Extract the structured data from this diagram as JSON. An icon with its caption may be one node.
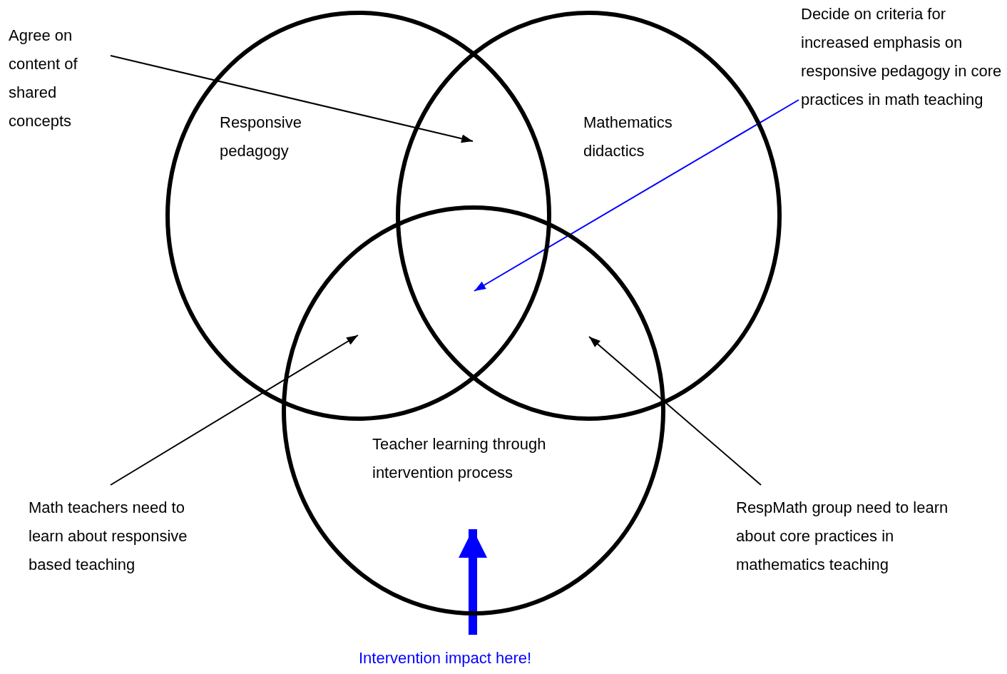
{
  "diagram": {
    "nodes": [
      {
        "text": [
          "Responsive pedagogy"
        ]
      },
      {
        "text": [
          "Mathematics didactics"
        ]
      },
      {
        "text": [
          "Teacher learning through intervention process"
        ]
      },
      {
        "text": [
          "Agree on content of shared concepts"
        ]
      },
      {
        "text": [
          "Decide on criteria for increased emphasis on responsive pedagogy in core practices in math teaching"
        ]
      },
      {
        "text": [
          "Math teachers need to learn about responsive based teaching"
        ]
      },
      {
        "text": [
          "RespMath group need to learn about core practices in mathematics teaching"
        ]
      },
      {
        "text": [
          "Intervention impact here!"
        ]
      }
    ],
    "edges": [
      {
        "from": 3,
        "to": 0,
        "arrow": "to"
      },
      {
        "from": 4,
        "to": 2,
        "arrow": "to",
        "color": "#0000ff"
      },
      {
        "from": 5,
        "to": 2,
        "arrow": "to"
      },
      {
        "from": 6,
        "to": 2,
        "arrow": "to"
      },
      {
        "from": 7,
        "to": 2,
        "arrow": "to",
        "style": "thick",
        "color": "#0000ff"
      }
    ]
  }
}
